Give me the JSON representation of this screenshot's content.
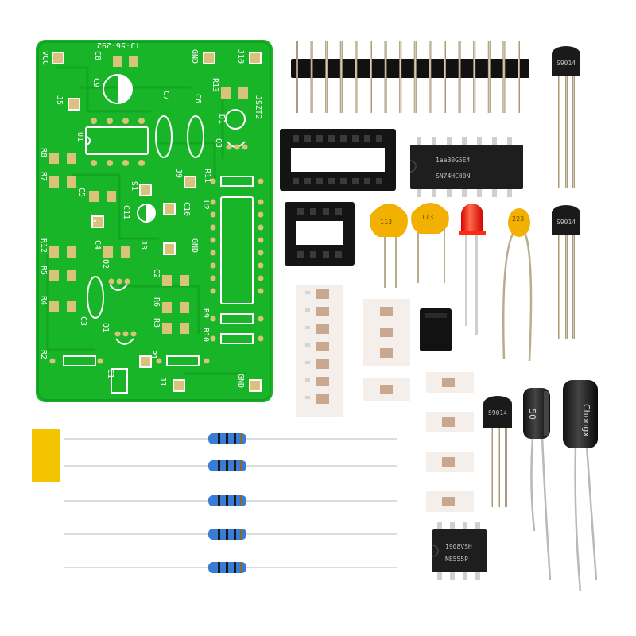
{
  "pcb": {
    "name": "TJ-56-292",
    "model": "JSZT2",
    "labels": [
      {
        "id": "vcc",
        "text": "VCC"
      },
      {
        "id": "gnd-top",
        "text": "GND"
      },
      {
        "id": "j10",
        "text": "J10"
      },
      {
        "id": "c8",
        "text": "C8"
      },
      {
        "id": "c9",
        "text": "C9"
      },
      {
        "id": "c7",
        "text": "C7"
      },
      {
        "id": "c6",
        "text": "C6"
      },
      {
        "id": "r13",
        "text": "R13"
      },
      {
        "id": "d1",
        "text": "D1"
      },
      {
        "id": "q3",
        "text": "Q3"
      },
      {
        "id": "j5",
        "text": "J5"
      },
      {
        "id": "u1",
        "text": "U1"
      },
      {
        "id": "r8",
        "text": "R8"
      },
      {
        "id": "r7",
        "text": "R7"
      },
      {
        "id": "c5",
        "text": "C5"
      },
      {
        "id": "s1",
        "text": "S1"
      },
      {
        "id": "j9",
        "text": "J9"
      },
      {
        "id": "r11",
        "text": "R11"
      },
      {
        "id": "j4",
        "text": "J4"
      },
      {
        "id": "c11",
        "text": "C11"
      },
      {
        "id": "c10",
        "text": "C10"
      },
      {
        "id": "u2",
        "text": "U2"
      },
      {
        "id": "r12",
        "text": "R12"
      },
      {
        "id": "c4",
        "text": "C4"
      },
      {
        "id": "j3",
        "text": "J3"
      },
      {
        "id": "gnd-mid",
        "text": "GND"
      },
      {
        "id": "r5",
        "text": "R5"
      },
      {
        "id": "q2",
        "text": "Q2"
      },
      {
        "id": "c2",
        "text": "C2"
      },
      {
        "id": "r4",
        "text": "R4"
      },
      {
        "id": "r6",
        "text": "R6"
      },
      {
        "id": "c3",
        "text": "C3"
      },
      {
        "id": "q1",
        "text": "Q1"
      },
      {
        "id": "r3",
        "text": "R3"
      },
      {
        "id": "r9",
        "text": "R9"
      },
      {
        "id": "r10",
        "text": "R10"
      },
      {
        "id": "r2",
        "text": "R2"
      },
      {
        "id": "p1",
        "text": "P1"
      },
      {
        "id": "c1",
        "text": "C1"
      },
      {
        "id": "j1",
        "text": "J1"
      },
      {
        "id": "gnd-bottom",
        "text": "GND"
      }
    ]
  },
  "components": {
    "dip14_chip": {
      "line1": "1aaB0G5E4",
      "line2": "SN74HC00N"
    },
    "dip8_chip": {
      "line1": "1908VSH",
      "line2": "NE555P"
    },
    "transistor_marking": "S9014",
    "ceramic_cap_1": "113",
    "ceramic_cap_2": "113",
    "tantalum_cap": "223",
    "electrolytic_small": "50",
    "electrolytic_large": "Chongx"
  },
  "colors": {
    "pcb_green": "#19b529",
    "silkscreen": "#ffffff",
    "pad_gold": "#d9c27a",
    "led_red": "#ff1a00",
    "cap_yellow": "#f2b000",
    "sticky_yellow": "#f5c400"
  }
}
